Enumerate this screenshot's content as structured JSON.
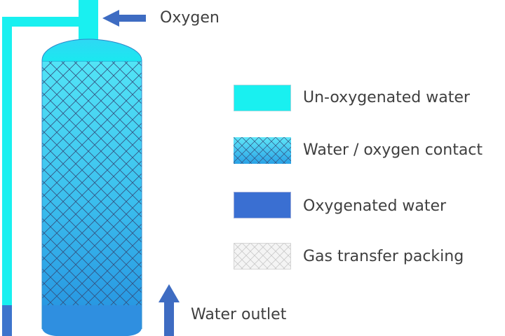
{
  "labels": {
    "oxygen": "Oxygen",
    "water_outlet": "Water outlet"
  },
  "legend": [
    {
      "label": "Un-oxygenated water",
      "kind": "solid",
      "color": "#19f0f0"
    },
    {
      "label": "Water / oxygen contact",
      "kind": "mesh",
      "color": "#38c6ec"
    },
    {
      "label": "Oxygenated water",
      "kind": "solid",
      "color": "#3a6fd2"
    },
    {
      "label": "Gas transfer packing",
      "kind": "mesh",
      "color": "#f2f2f2"
    }
  ],
  "colors": {
    "pipe": "#19f0f0",
    "tank_top": "#1ee6f2",
    "contact_top": "#52e2f6",
    "contact_bottom": "#27a6e6",
    "oxygenated": "#2d8be0",
    "arrow": "#3e6cc2",
    "mesh_line": "#3a4f86"
  }
}
